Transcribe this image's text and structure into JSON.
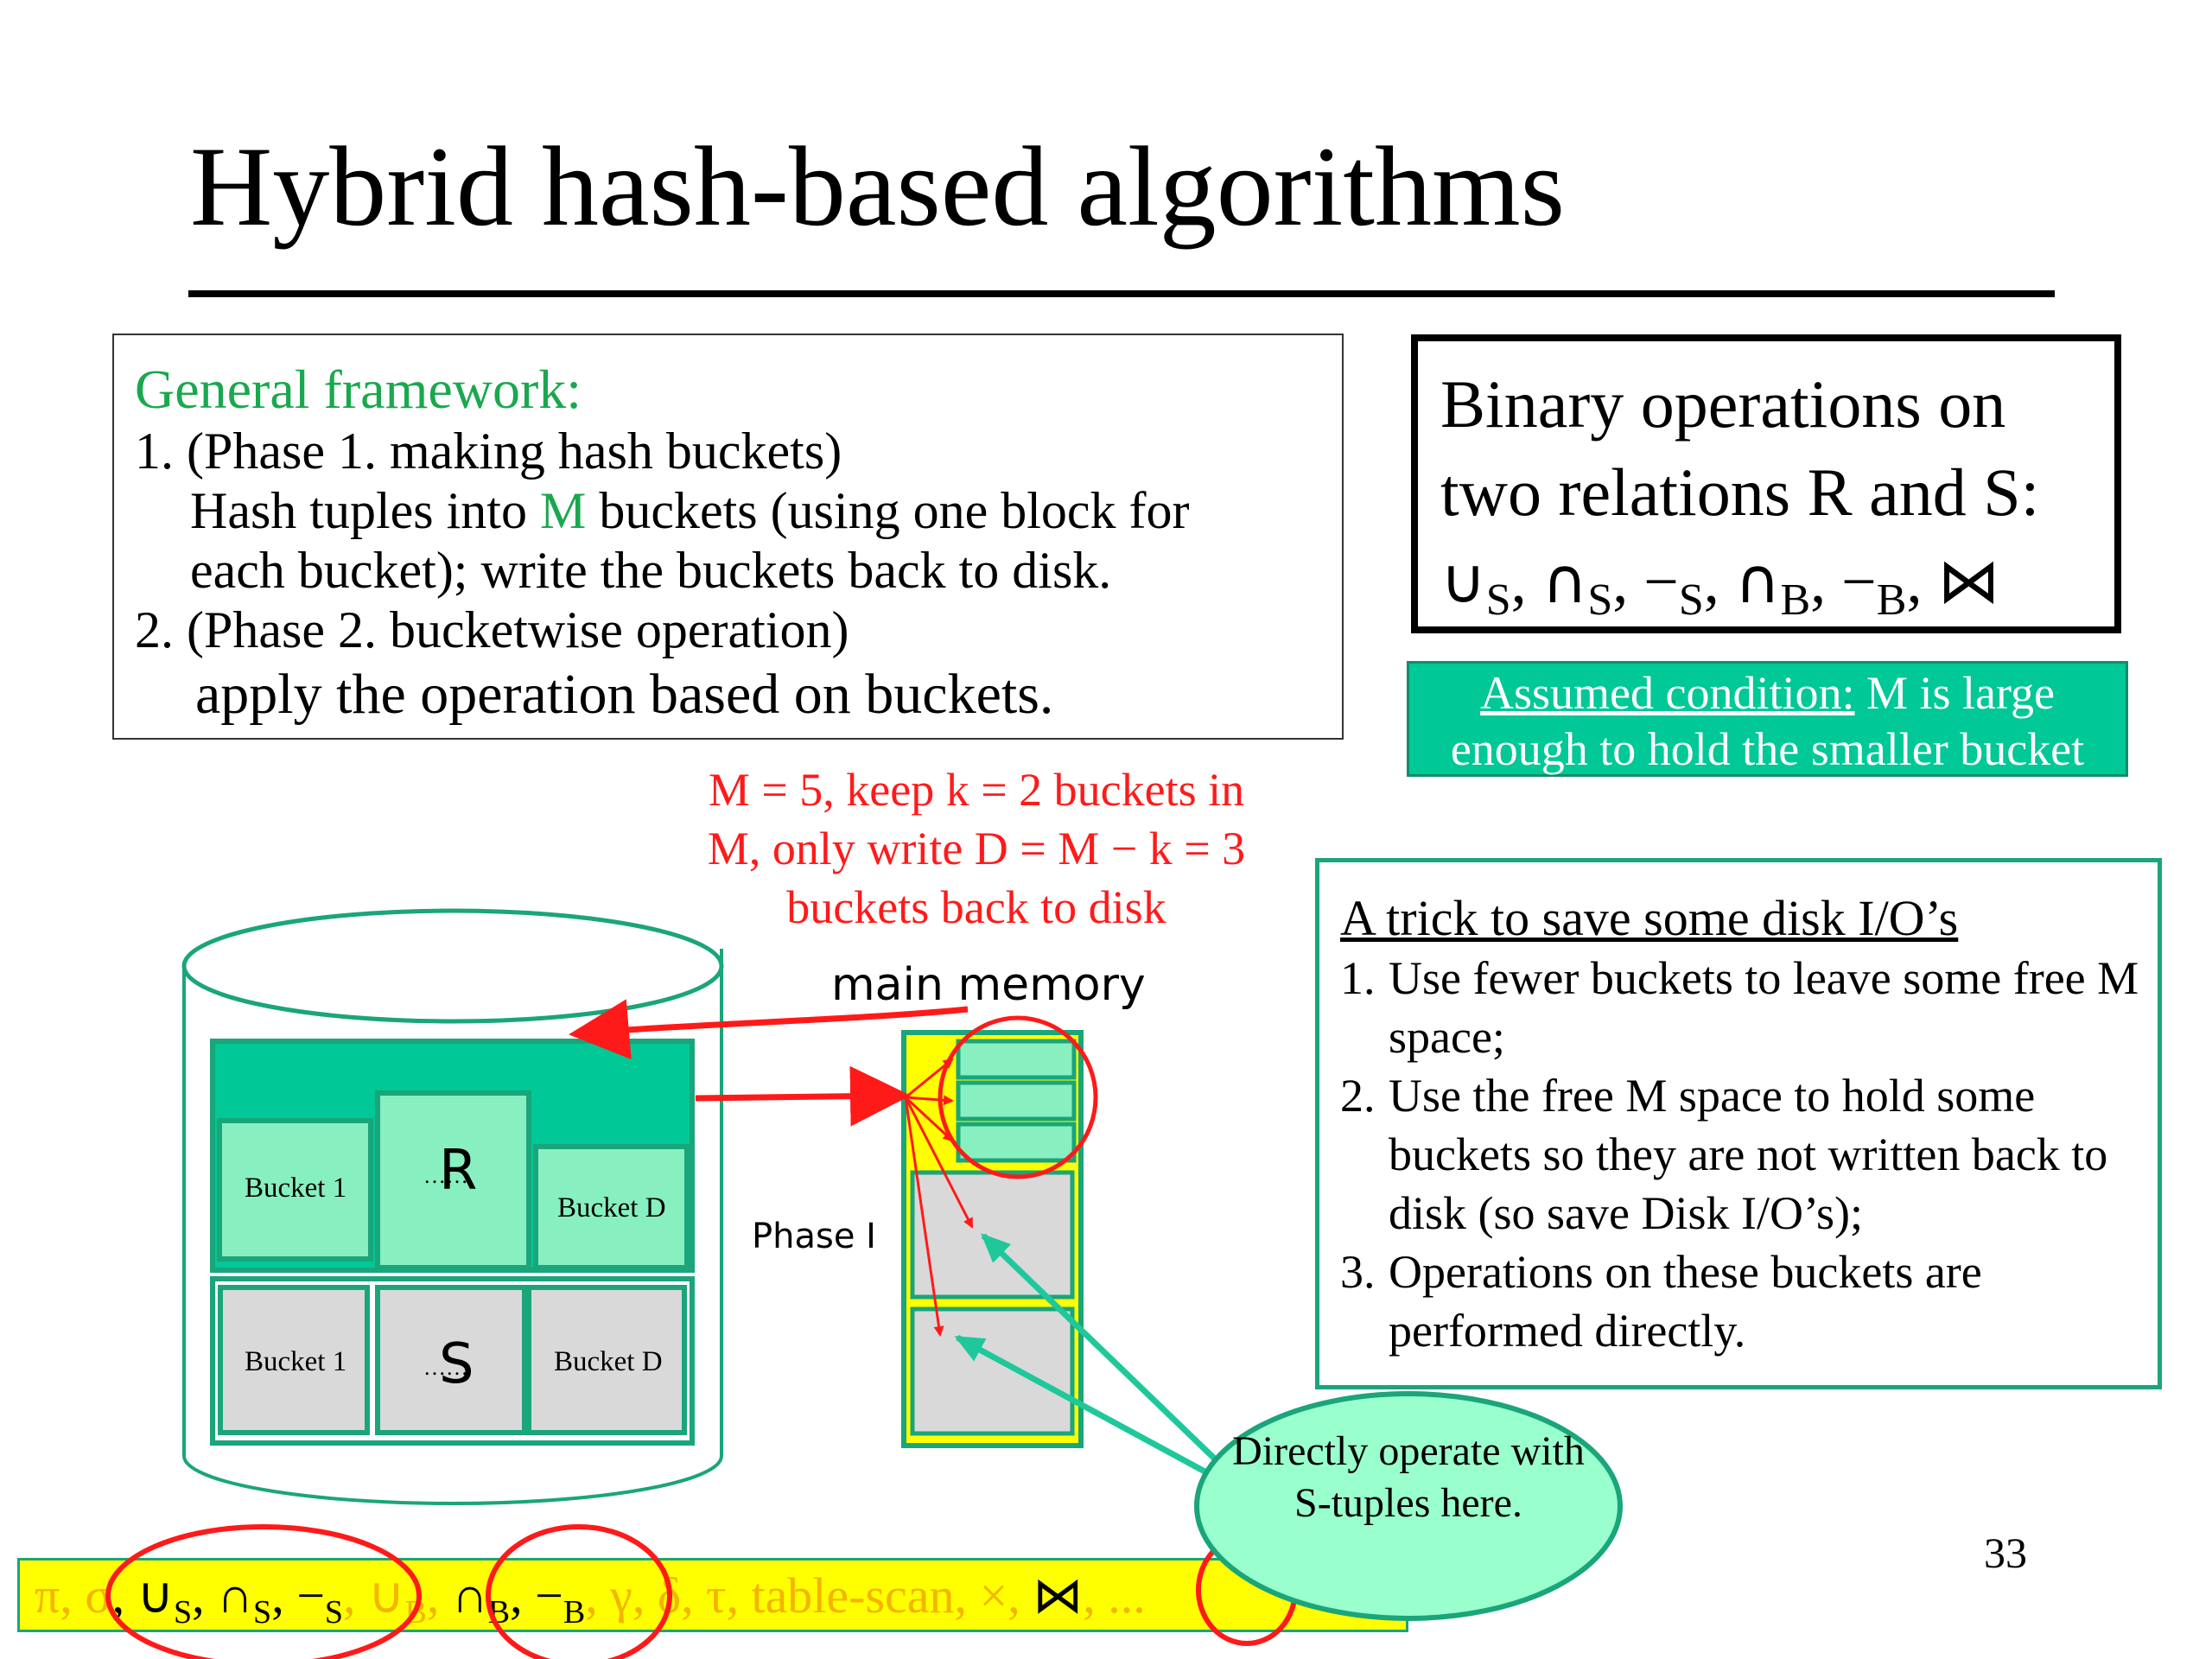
{
  "slide": {
    "title": "Hybrid hash-based algorithms",
    "page_number": "33"
  },
  "framework": {
    "heading": "General framework:",
    "step1_a": "1. (Phase 1. making hash buckets)",
    "step1_b_pre": "Hash tuples into ",
    "step1_b_m": "M",
    "step1_b_post": " buckets (using one block for",
    "step1_c": "each bucket); write the buckets back to disk.",
    "step2_a": "2. (Phase 2. bucketwise operation)",
    "step2_b": "apply the operation based on buckets."
  },
  "binary_ops": {
    "line1": "Binary operations on",
    "line2": "two relations R and S:",
    "ops": [
      {
        "sym": "∪",
        "sub": "S"
      },
      {
        "sym": "∩",
        "sub": "S"
      },
      {
        "sym": "−",
        "sub": "S"
      },
      {
        "sym": "∩",
        "sub": "B"
      },
      {
        "sym": "−",
        "sub": "B"
      }
    ],
    "join_symbol": "⋈"
  },
  "assumed": {
    "label": "Assumed condition:",
    "text1": " M is large",
    "text2": "enough to hold the smaller bucket"
  },
  "m_note": {
    "line1": "M = 5, keep k = 2 buckets in",
    "line2": "M, only write  D = M − k = 3",
    "line3": "buckets back to disk"
  },
  "trick": {
    "heading": "A trick to save some disk I/O’s",
    "items": [
      {
        "num": "1.",
        "text": "Use fewer buckets to leave some free M space;"
      },
      {
        "num": "2.",
        "text": "Use the free M space to hold some buckets so they are not written back to disk (so save Disk I/O’s);"
      },
      {
        "num": "3.",
        "text": "Operations on these buckets are performed directly."
      }
    ]
  },
  "diagram": {
    "main_memory_label": "main memory",
    "phase_label": "Phase I",
    "r_label": "R",
    "s_label": "S",
    "r_bucket_first": "Bucket 1",
    "r_bucket_last": "Bucket D",
    "r_dots": "……",
    "s_bucket_first": "Bucket 1",
    "s_bucket_last": "Bucket D",
    "s_dots": "……",
    "bubble_text": "Directly operate with S-tuples here.",
    "colors": {
      "teal": "#00c896",
      "light_green": "#88f0c0",
      "border_green": "#1aa57a",
      "gray": "#d9d9d9",
      "yellow": "#ffff00",
      "red": "#ff1a1a",
      "bubble": "#99ffcc"
    }
  },
  "ops_bar": {
    "t_pi_sigma": "π, σ",
    "t_comma1": ", ",
    "t_us": "∪",
    "t_us_sub": "S",
    "t_is": ", ∩",
    "t_is_sub": "S",
    "t_ms": ", −",
    "t_ms_sub": "S",
    "t_comma2": ", ",
    "t_ub": "∪",
    "t_ub_sub": "B",
    "t_comma3": ", ",
    "t_ib": "∩",
    "t_ib_sub": "B",
    "t_mb": ", −",
    "t_mb_sub": "B",
    "t_rest": ", γ,  δ,  τ, table-scan,  ×, ",
    "t_join": "⋈",
    "t_end": ", ..."
  }
}
